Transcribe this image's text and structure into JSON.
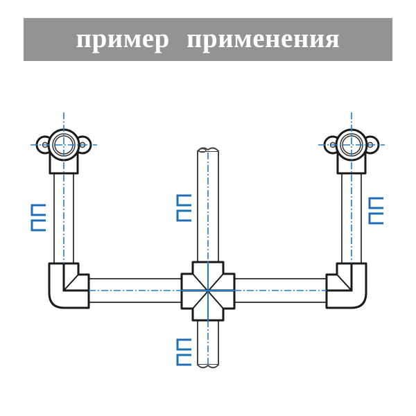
{
  "header": {
    "title": "пример  применения",
    "background": "#939396",
    "text_color": "#ffffff"
  },
  "diagram": {
    "description": "Pipe installation scheme: two wall-mounted water outlets connected via elbows to a horizontal pipe joined by a cross fitting with a vertical pipe",
    "pipe_label": "ПП",
    "labels": [
      {
        "id": "left-vertical",
        "text": "ПП"
      },
      {
        "id": "center-upper",
        "text": "ПП"
      },
      {
        "id": "right-vertical",
        "text": "ПП"
      },
      {
        "id": "center-lower",
        "text": "ПП"
      }
    ],
    "components": [
      "wall-outlet-left",
      "wall-outlet-right",
      "elbow-left",
      "elbow-right",
      "cross-fitting",
      "pipe-horizontal-left",
      "pipe-horizontal-right",
      "pipe-vertical-left",
      "pipe-vertical-right",
      "pipe-center-upper",
      "pipe-center-lower"
    ],
    "colors": {
      "outline": "#1a1a1a",
      "centerline": "#1f7bc8",
      "label": "#1f6fb8"
    }
  }
}
